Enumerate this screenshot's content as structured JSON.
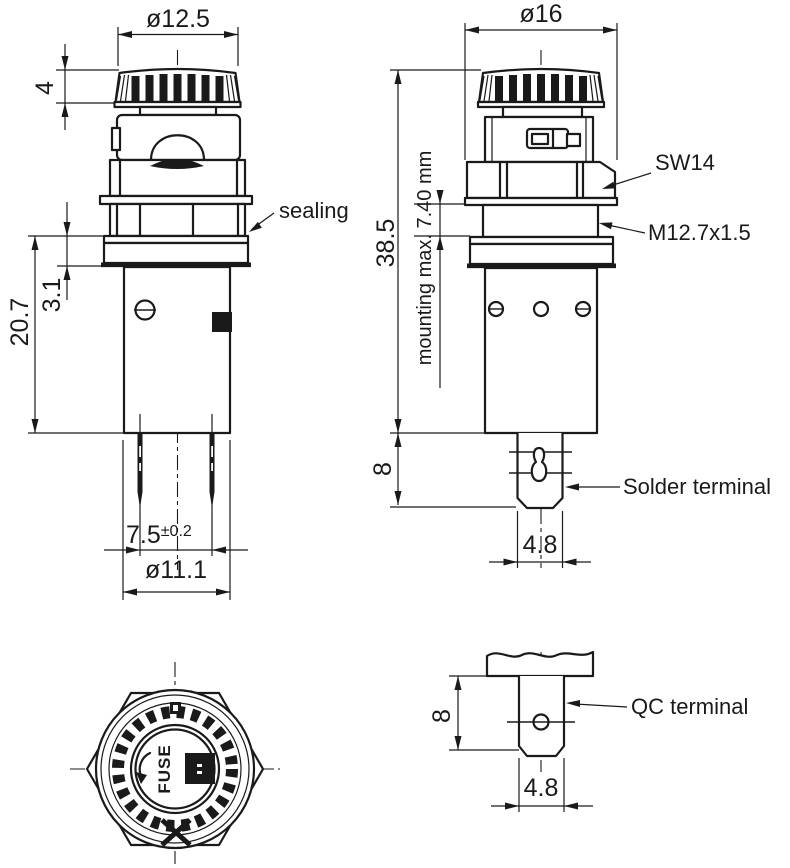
{
  "drawing": {
    "colors": {
      "ink": "#1a1a1a",
      "background": "#ffffff"
    },
    "side_view": {
      "dia_cap": "ø12.5",
      "cap_height": "4",
      "sealing_label": "sealing",
      "seal_thickness": "3.1",
      "body_length": "20.7",
      "pin_spacing": "7.5",
      "pin_spacing_tolerance": "±0.2",
      "dia_body": "ø11.1"
    },
    "front_view": {
      "dia_nut": "ø16",
      "overall_length": "38.5",
      "mounting_note": "mounting max. 7.40 mm",
      "wrench_size": "SW14",
      "thread_spec": "M12.7x1.5",
      "terminal_length": "8",
      "terminal_width": "4.8",
      "terminal_label": "Solder terminal"
    },
    "bottom_view": {
      "marking": "FUSE"
    },
    "qc_terminal_view": {
      "terminal_length": "8",
      "terminal_width": "4.8",
      "terminal_label": "QC terminal"
    }
  }
}
